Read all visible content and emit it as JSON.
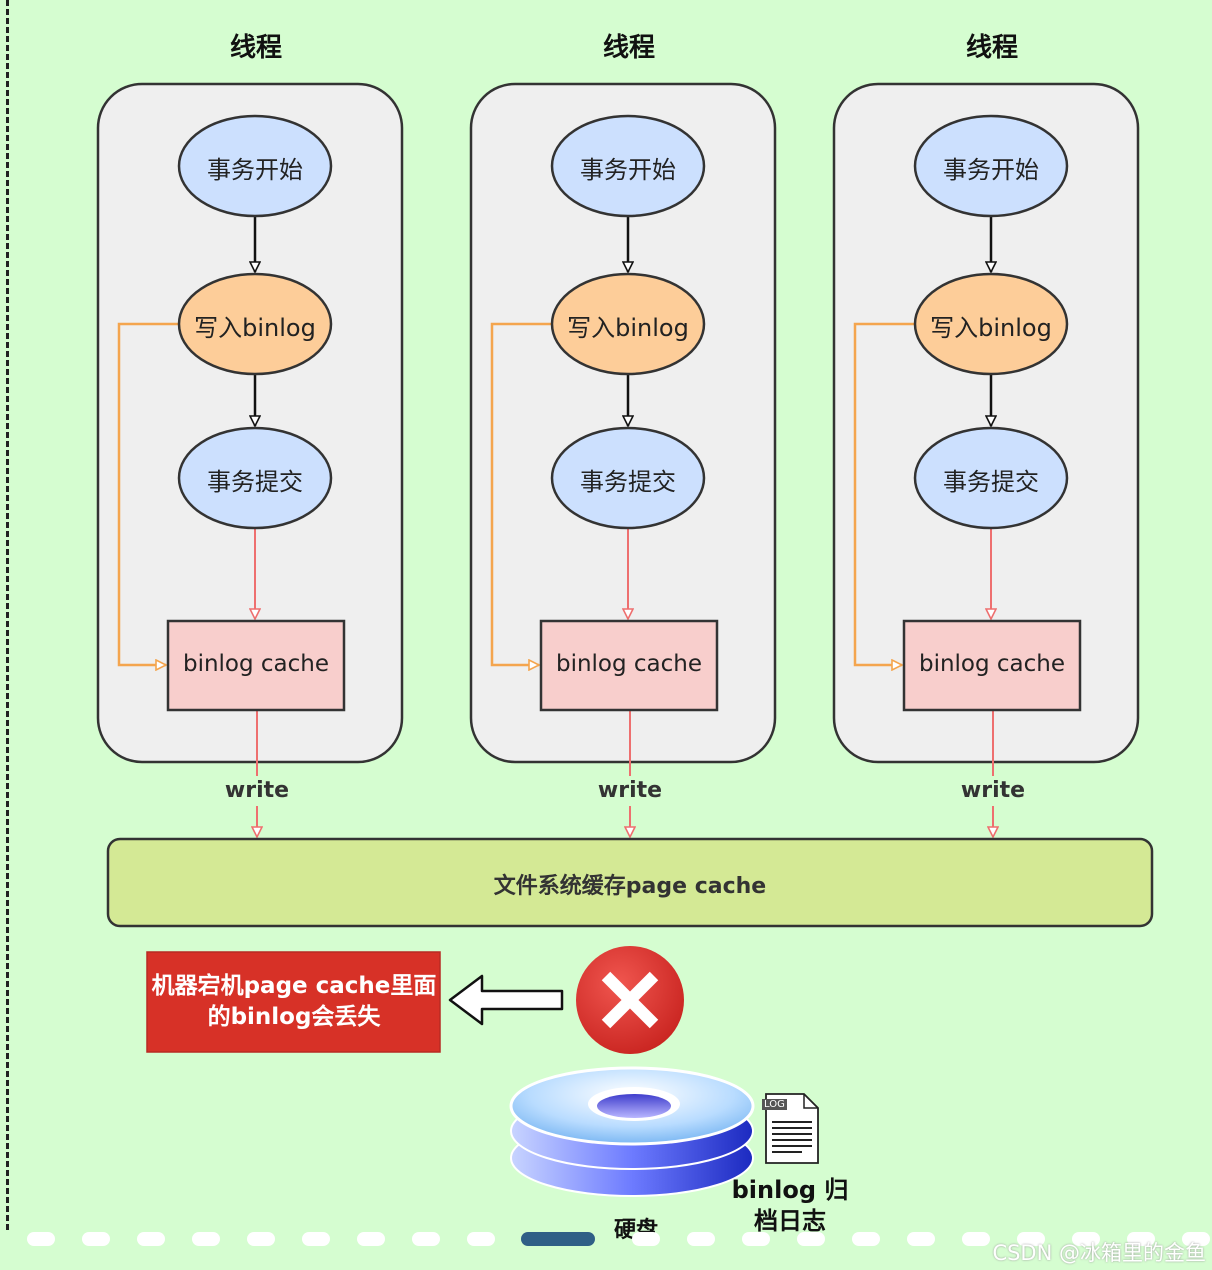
{
  "threads": [
    {
      "title": "线程",
      "start": "事务开始",
      "write": "写入binlog",
      "commit": "事务提交",
      "cache": "binlog cache",
      "write_label": "write"
    },
    {
      "title": "线程",
      "start": "事务开始",
      "write": "写入binlog",
      "commit": "事务提交",
      "cache": "binlog cache",
      "write_label": "write"
    },
    {
      "title": "线程",
      "start": "事务开始",
      "write": "写入binlog",
      "commit": "事务提交",
      "cache": "binlog cache",
      "write_label": "write"
    }
  ],
  "page_cache": {
    "label": "文件系统缓存page cache"
  },
  "crash": {
    "message": "机器宕机page cache里面的binlog会丢失",
    "icon": "error-x-icon"
  },
  "disk": {
    "label": "硬盘",
    "icon": "disk-stack-icon"
  },
  "log_file": {
    "badge": "LOG",
    "label": "binlog 归档日志",
    "icon": "log-file-icon"
  },
  "watermark": "CSDN @冰箱里的金鱼",
  "colors": {
    "background": "#d5fdd0",
    "thread_box": "#efefef",
    "ellipse_blue": "#cce0fe",
    "ellipse_orange": "#fdcd99",
    "cache_box": "#f8cecc",
    "page_cache": "#d4e995",
    "warning": "#d73127",
    "error_circle": "#e03a35",
    "red_arrow": "#ee6f6f",
    "orange_arrow": "#f4a54e"
  }
}
